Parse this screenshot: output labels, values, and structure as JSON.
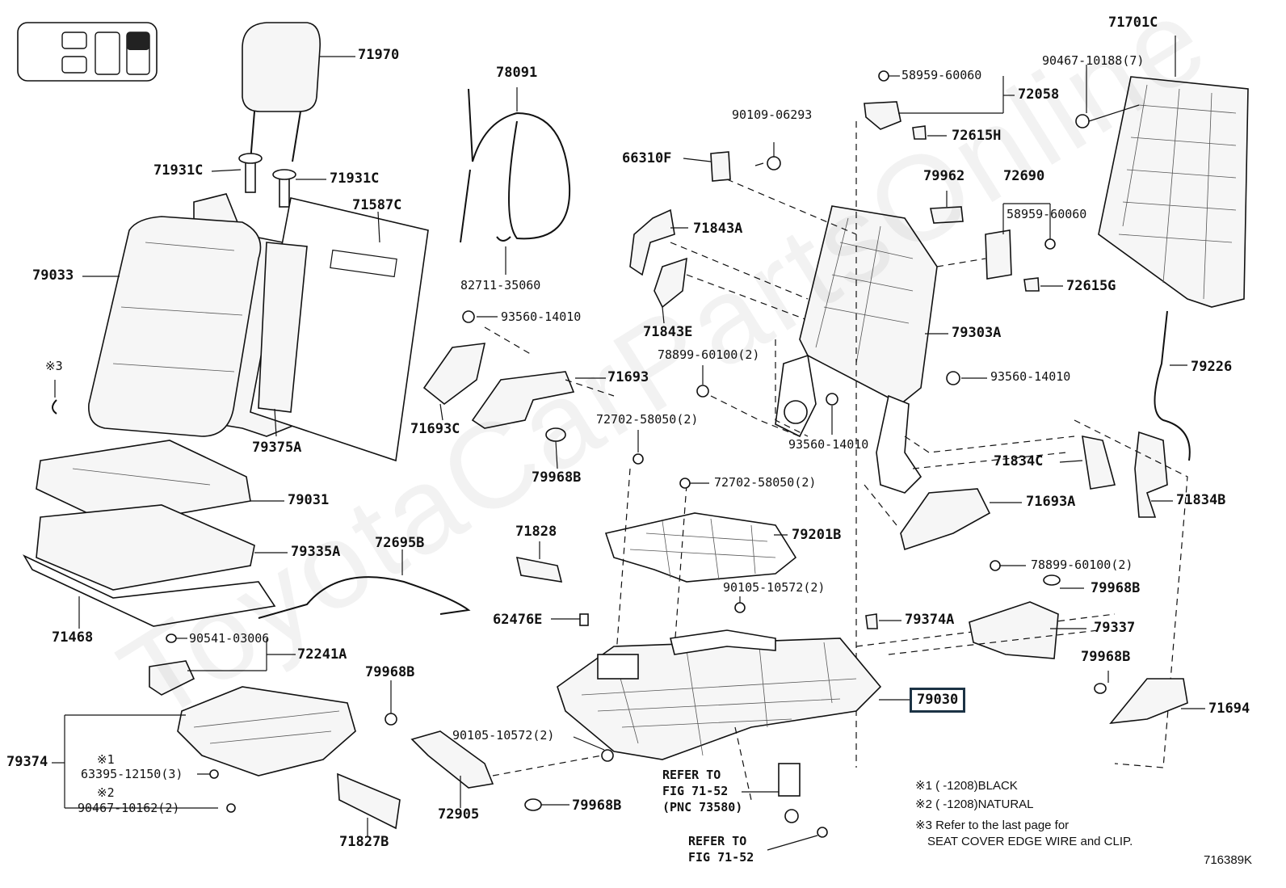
{
  "diagram": {
    "part_labels": {
      "p71970": "71970",
      "p78091": "78091",
      "p71701C": "71701C",
      "p90467_10188": "90467-10188(7)",
      "p58959_60060_a": "58959-60060",
      "p72058": "72058",
      "p72615H": "72615H",
      "p90109_06293": "90109-06293",
      "p66310F": "66310F",
      "p71931C_left": "71931C",
      "p71931C_right": "71931C",
      "p71587C": "71587C",
      "p79962": "79962",
      "p72690": "72690",
      "p58959_60060_b": "58959-60060",
      "p71843A": "71843A",
      "p79033": "79033",
      "p82711_35060": "82711-35060",
      "p72615G": "72615G",
      "p93560_14010_a": "93560-14010",
      "p79303A": "79303A",
      "p71843E": "71843E",
      "p78899_60100_a": "78899-60100(2)",
      "p71693": "71693",
      "p93560_14010_b": "93560-14010",
      "p79226": "79226",
      "p71693C": "71693C",
      "p93560_14010_c": "93560-14010",
      "p72702_58050_a": "72702-58050(2)",
      "p79375A": "79375A",
      "p71834C": "71834C",
      "p79968B_a": "79968B",
      "p72702_58050_b": "72702-58050(2)",
      "p79031": "79031",
      "p71693A": "71693A",
      "p71834B": "71834B",
      "p71828": "71828",
      "p72695B": "72695B",
      "p79201B": "79201B",
      "p79335A": "79335A",
      "p78899_60100_b": "78899-60100(2)",
      "p90105_10572_a": "90105-10572(2)",
      "p79968B_b": "79968B",
      "p62476E": "62476E",
      "p79374A": "79374A",
      "p79337": "79337",
      "p71468": "71468",
      "p90541_03006": "90541-03006",
      "p72241A": "72241A",
      "p79968B_c": "79968B",
      "p79968B_d": "79968B",
      "p79030": "79030",
      "p71694": "71694",
      "p90105_10572_b": "90105-10572(2)",
      "p79374": "79374",
      "p63395_12150": "63395-12150(3)",
      "p72905": "72905",
      "p79968B_e": "79968B",
      "p90467_10162": "90467-10162(2)",
      "p71827B": "71827B"
    },
    "markers": {
      "m3_near_cover": "※3",
      "m1": "※1",
      "m2": "※2"
    },
    "refer_1": {
      "line1": "REFER TO",
      "line2": "FIG 71-52",
      "line3": "(PNC 73580)"
    },
    "refer_2": {
      "line1": "REFER TO",
      "line2": "FIG 71-52"
    },
    "notes": {
      "n1": "※1 (      -1208)BLACK",
      "n2": "※2 (      -1208)NATURAL",
      "n3_line1": "※3 Refer to the last page for",
      "n3_line2": "SEAT COVER EDGE WIRE and CLIP."
    },
    "figure_code": "716389K",
    "watermark": "ToyotaCarPartsOnline"
  }
}
